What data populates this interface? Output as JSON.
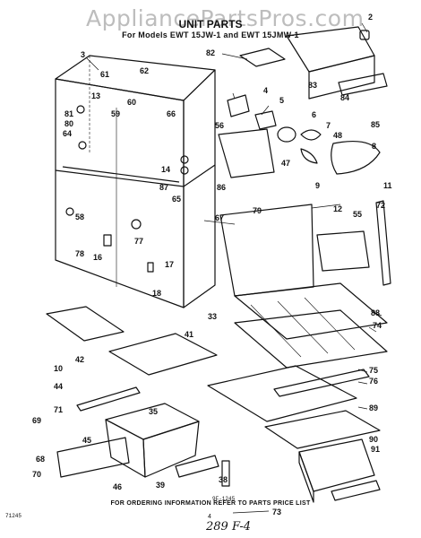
{
  "watermark": "AppliancePartsPros.com",
  "heading": {
    "title": "UNIT PARTS",
    "models": "For Models EWT 15JW-1 and EWT 15JMW-1"
  },
  "footer": {
    "ordering_note": "FOR ORDERING INFORMATION REFER TO PARTS PRICE LIST",
    "page_number": "4",
    "drawing_code": "9F-1245",
    "corner_code": "71245",
    "handwritten_note": "289 F-4"
  },
  "callouts": [
    "2",
    "3",
    "4",
    "5",
    "6",
    "7",
    "8",
    "9",
    "10",
    "11",
    "12",
    "13",
    "14",
    "16",
    "17",
    "18",
    "33",
    "35",
    "38",
    "39",
    "41",
    "42",
    "44",
    "45",
    "46",
    "47",
    "48",
    "55",
    "56",
    "58",
    "59",
    "60",
    "61",
    "62",
    "64",
    "65",
    "66",
    "67",
    "68",
    "69",
    "70",
    "71",
    "72",
    "73",
    "74",
    "75",
    "76",
    "77",
    "78",
    "79",
    "80",
    "81",
    "82",
    "83",
    "84",
    "85",
    "86",
    "87",
    "88",
    "89",
    "90",
    "91"
  ]
}
